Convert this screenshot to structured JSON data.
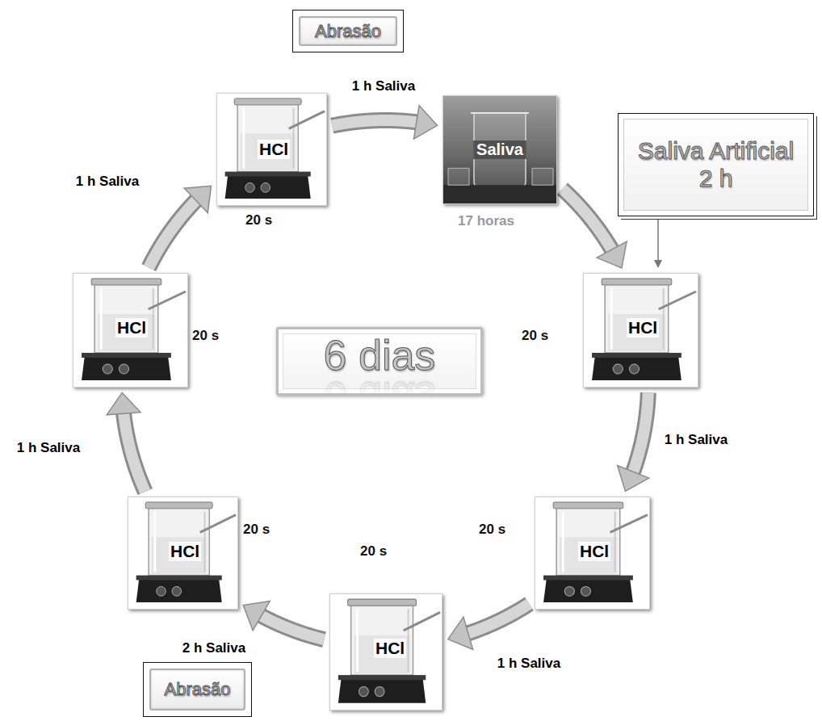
{
  "diagram": {
    "nodes": [
      {
        "text": [
          "Abrasão"
        ]
      },
      {
        "text": [
          "HCl",
          "20 s"
        ]
      },
      {
        "text": [
          "Saliva",
          "17 horas"
        ]
      },
      {
        "text": [
          "Saliva Artificial 2 h"
        ]
      },
      {
        "text": [
          "HCl",
          "20 s"
        ]
      },
      {
        "text": [
          "6 dias"
        ]
      },
      {
        "text": [
          "HCl",
          "20 s"
        ]
      },
      {
        "text": [
          "HCl",
          "20 s"
        ]
      },
      {
        "text": [
          "HCl",
          "20 s"
        ]
      },
      {
        "text": [
          "HCl",
          "20 s"
        ]
      },
      {
        "text": [
          "Abrasão"
        ]
      }
    ],
    "edges": [
      {
        "from": 1,
        "to": 2,
        "label": "1 h Saliva",
        "arrow": "to"
      },
      {
        "from": 2,
        "to": 6,
        "arrow": "to"
      },
      {
        "from": 3,
        "to": 6,
        "arrow": "to"
      },
      {
        "from": 6,
        "to": 8,
        "label": "1 h Saliva",
        "arrow": "to"
      },
      {
        "from": 8,
        "to": 9,
        "label": "1 h Saliva",
        "arrow": "to"
      },
      {
        "from": 9,
        "to": 7,
        "label": "2 h Saliva",
        "arrow": "to"
      },
      {
        "from": 7,
        "to": 4,
        "label": "1 h Saliva",
        "arrow": "to"
      },
      {
        "from": 4,
        "to": 1,
        "label": "1 h Saliva",
        "arrow": "to"
      }
    ]
  }
}
